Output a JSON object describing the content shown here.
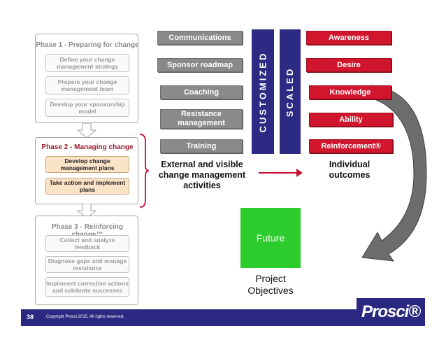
{
  "phase1": {
    "title": "Phase 1 - Preparing for change",
    "steps": [
      "Define your change management strategy",
      "Prepare your change management team",
      "Develop your sponsorship model"
    ]
  },
  "phase2": {
    "title": "Phase 2 - Managing change",
    "steps": [
      "Develop change management plans",
      "Take action and implement plans"
    ]
  },
  "phase3": {
    "title": "Phase 3 - Reinforcing change™",
    "steps": [
      "Collect and analyze feedback",
      "Diagnose gaps and manage resistance",
      "Implement corrective actions and celebrate successes"
    ]
  },
  "activities": [
    "Communications",
    "Sponsor roadmap",
    "Coaching",
    "Resistance management",
    "Training"
  ],
  "bars": {
    "customized": "CUSTOMIZED",
    "scaled": "SCALED"
  },
  "outcomes": [
    "Awareness",
    "Desire",
    "Knowledge",
    "Ability",
    "Reinforcement®"
  ],
  "activities_caption": "External and visible change management activities",
  "outcomes_caption": "Individual outcomes",
  "future_label": "Future",
  "project_objectives": "Project Objectives",
  "footer": {
    "page_number": "38",
    "copyright": "Copyright Prosci 2015. All rights reserved.",
    "logo": "Prosci®"
  },
  "colors": {
    "navy": "#2d2a84",
    "red": "#d0152c",
    "grey": "#8a8a8a",
    "green": "#2dcc2d"
  }
}
